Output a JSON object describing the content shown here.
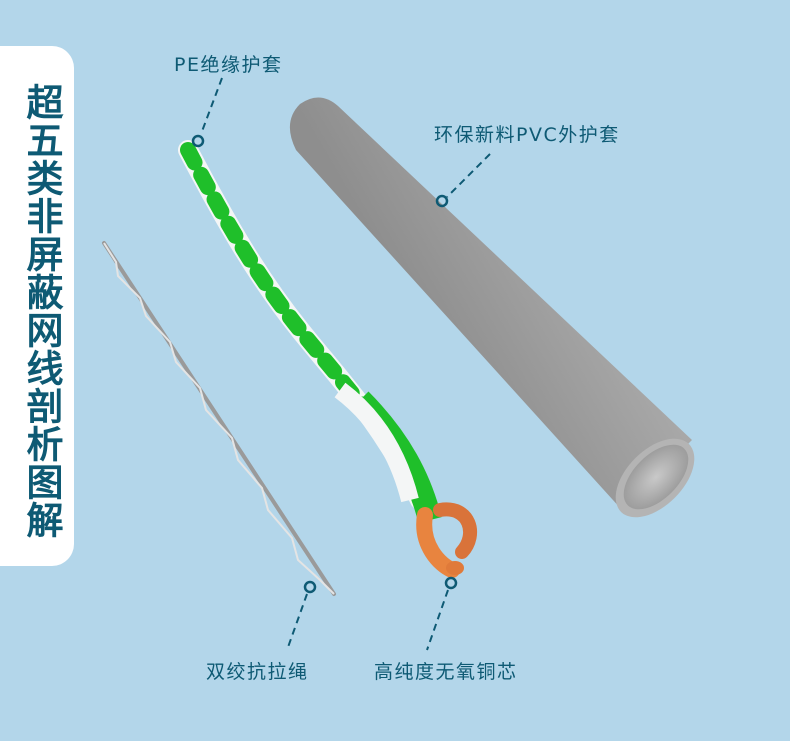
{
  "title": "超五类非屏蔽网线剖析图解",
  "labels": {
    "pe_insulation": "PE绝缘护套",
    "pvc_jacket": "环保新料PVC外护套",
    "rip_cord": "双绞抗拉绳",
    "copper_core": "高纯度无氧铜芯"
  },
  "colors": {
    "background": "#b3d6ea",
    "accent_text": "#0e5a74",
    "panel": "#ffffff",
    "wire_green": "#1fbf2a",
    "wire_white": "#f4f6f6",
    "copper": "#e8843f",
    "jacket_gray": "#a8a8a8"
  }
}
